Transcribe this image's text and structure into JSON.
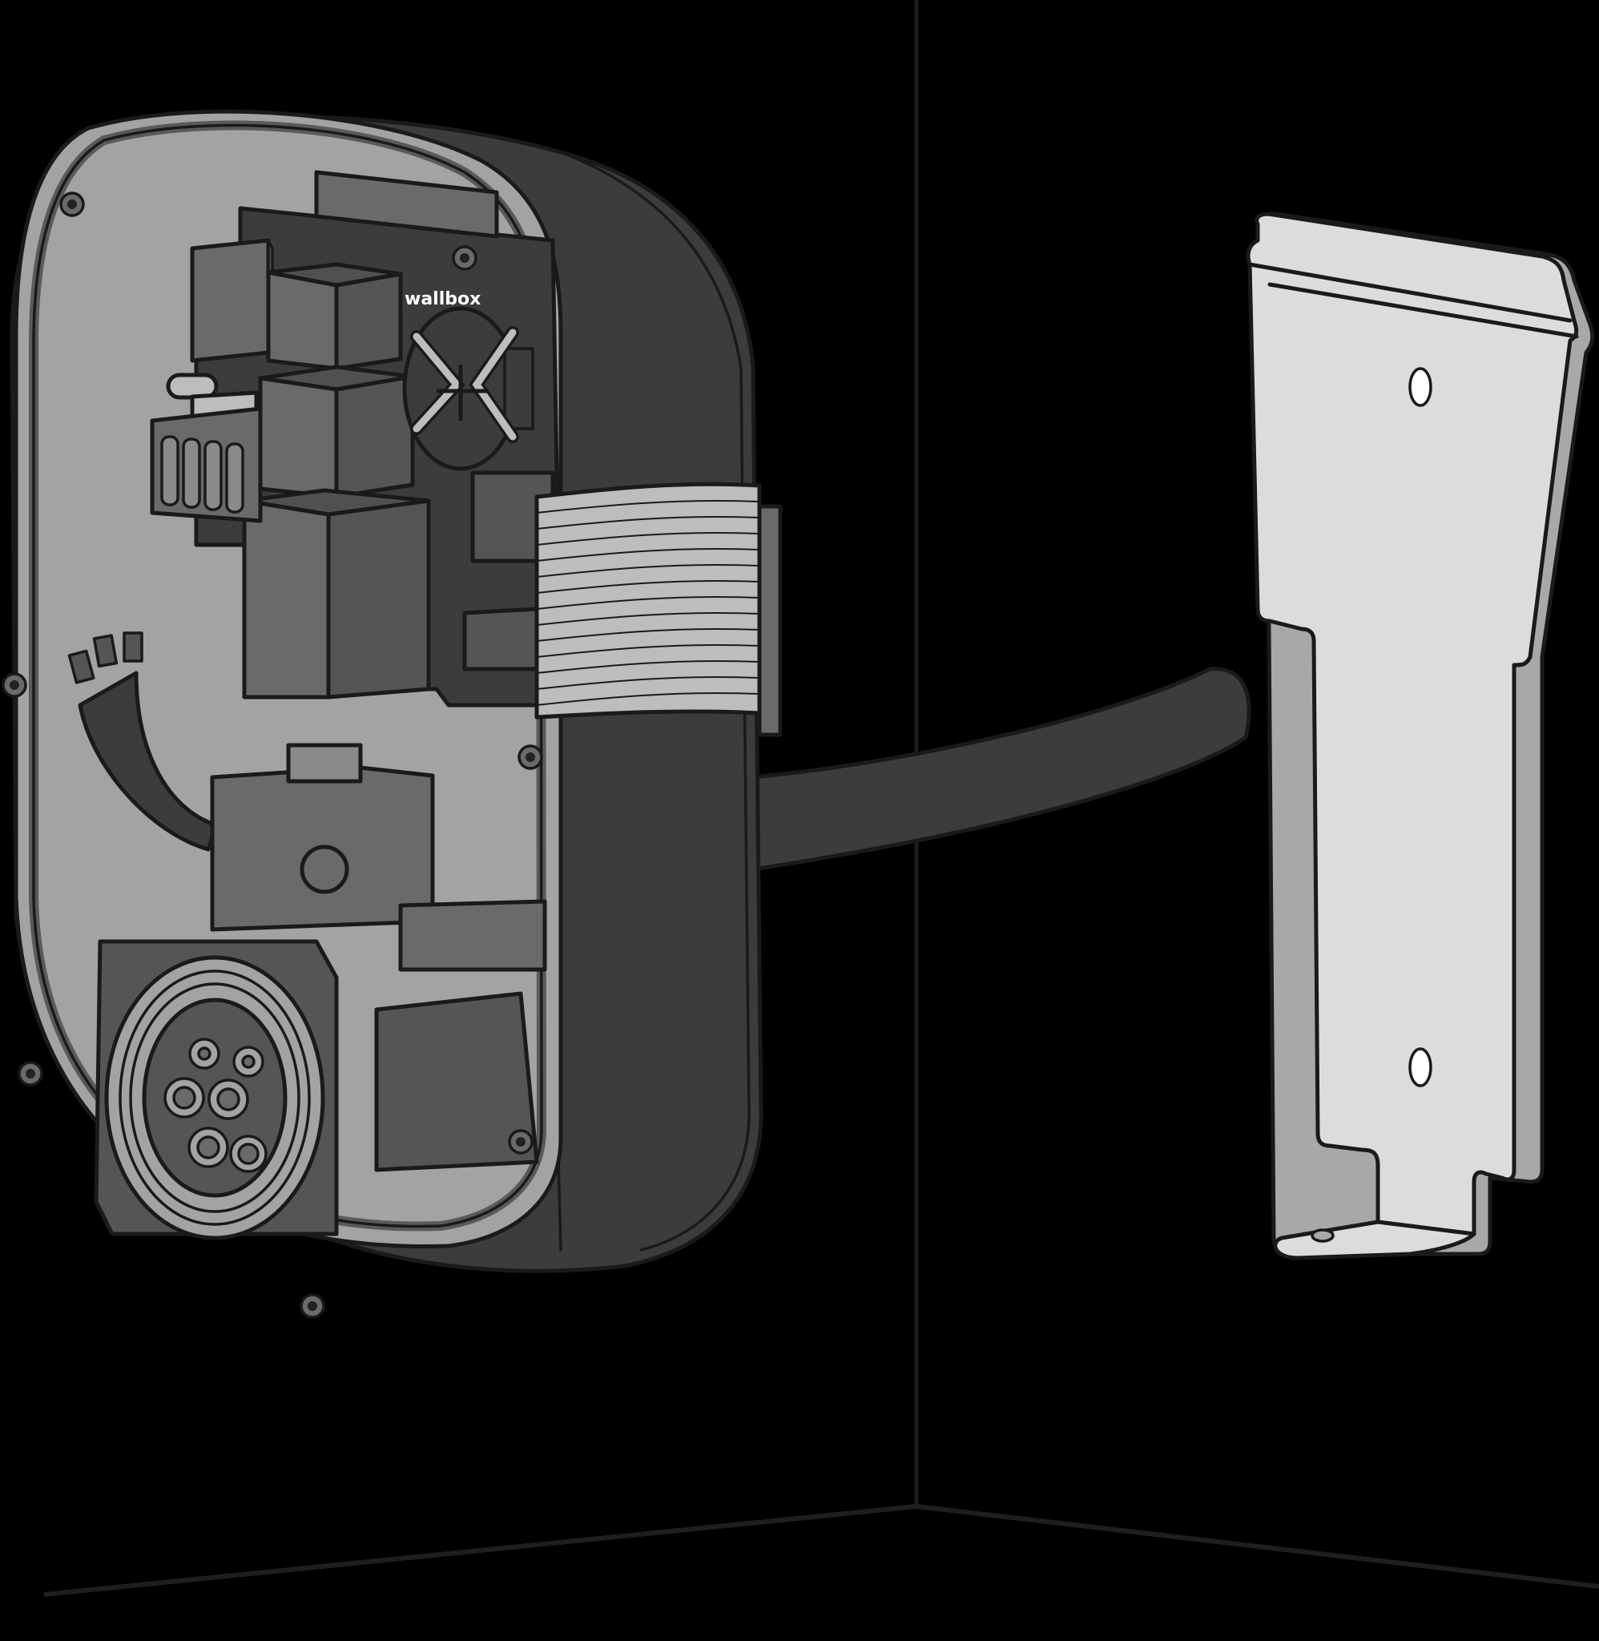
{
  "illustration": {
    "title": "Wall charger mounting onto wall bracket",
    "charger": {
      "brand_label": "wallbox",
      "cover_state": "open",
      "components": [
        "pcb",
        "relays",
        "terminal-block",
        "ribbon-cable",
        "power-cable",
        "type2-socket",
        "gasket"
      ]
    },
    "bracket": {
      "holes": 2,
      "flange_hole": 1
    },
    "scene": {
      "background": "wall-corner",
      "walls": 2
    }
  },
  "colors": {
    "background": "#000000",
    "outline": "#1a1a1a",
    "housing_dark": "#3c3c3c",
    "housing_mid": "#555555",
    "interior_light": "#a3a3a3",
    "component_mid": "#6a6a6a",
    "ribbon": "#bdbdbd",
    "bracket": "#dcdcdc",
    "bracket_edge": "#a8a8a8",
    "wall_line": "#1e1e1e"
  }
}
